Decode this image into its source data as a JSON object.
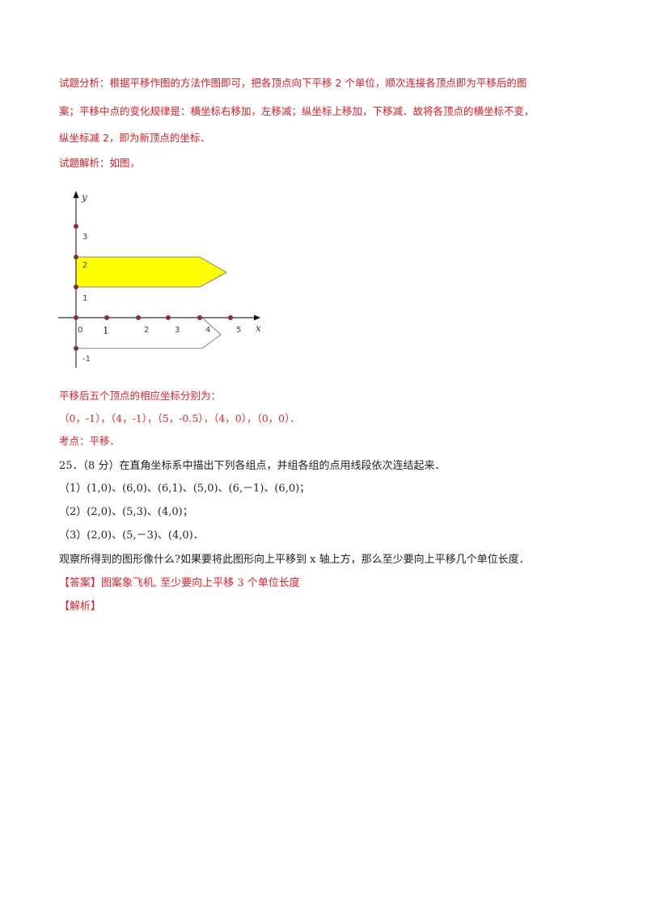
{
  "analysis": {
    "line1": "试题分析：根据平移作图的方法作图即可，把各顶点向下平移 2 个单位，顺次连接各顶点即为平移后的图",
    "line2": "案；平移中点的变化规律是：横坐标右移加，左移减；纵坐标上移加，下移减．故将各顶点的横坐标不变，",
    "line3": "纵坐标减 2，即为新顶点的坐标．",
    "line4": "试题解析：如图，"
  },
  "chart_data": {
    "type": "diagram",
    "title": "",
    "xlabel": "x",
    "ylabel": "y",
    "x_tick_labels": [
      "0",
      "1",
      "2",
      "3",
      "4",
      "5"
    ],
    "y_tick_labels": [
      "3",
      "2",
      "1",
      "-1"
    ],
    "x_points_on_axis": [
      0,
      1,
      2,
      3,
      4,
      5
    ],
    "y_points_on_axis": [
      3,
      2,
      1,
      0,
      -1
    ],
    "shapes": [
      {
        "name": "original",
        "fill": "#ffff00",
        "vertices": [
          [
            0,
            2
          ],
          [
            4,
            2
          ],
          [
            5,
            1.5
          ],
          [
            4,
            1
          ],
          [
            0,
            1
          ]
        ]
      },
      {
        "name": "translated",
        "fill": "none",
        "vertices": [
          [
            0,
            0
          ],
          [
            4,
            0
          ],
          [
            5,
            -0.5
          ],
          [
            4,
            -1
          ],
          [
            0,
            -1
          ]
        ]
      }
    ],
    "xlim": [
      -0.6,
      6
    ],
    "ylim": [
      -1.6,
      4.2
    ],
    "point_color": "#8b2a3a"
  },
  "result": {
    "intro": "平移后五个顶点的相应坐标分别为：",
    "coords": "（0，-1），（4，-1），（5，-0.5），（4，0），（0，0）．",
    "kaodian": "考点：平移．"
  },
  "question25": {
    "stem": "25．（8 分）在直角坐标系中描出下列各组点，并组各组的点用线段依次连结起来．",
    "item1": "（1）(1,0)、(6,0)、(6,1)、(5,0)、(6,－1)、(6,0)；",
    "item2": "（2）(2,0)、(5,3)、(4,0)；",
    "item3": "（3）(2,0)、(5,－3)、(4,0)．",
    "ask": "观察所得到的图形像什么?如果要将此图形向上平移到 x 轴上方，那么至少要向上平移几个单位长度．",
    "answer": "【答案】图案象飞机, 至少要向上平移 3 个单位长度",
    "jiexi": "【解析】"
  }
}
